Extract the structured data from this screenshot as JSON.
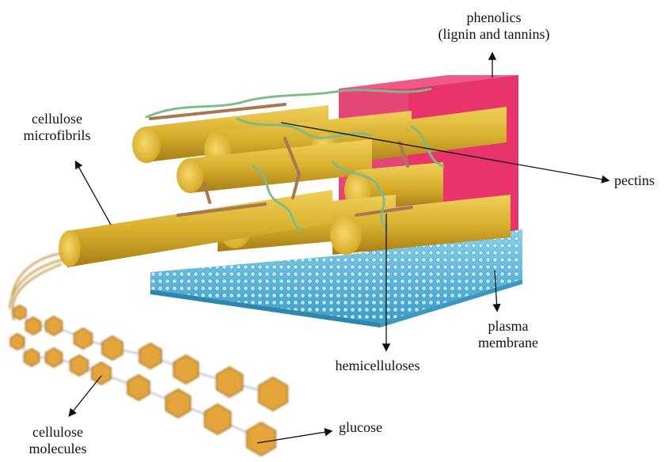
{
  "labels": {
    "phenolics_line1": "phenolics",
    "phenolics_line2": "(lignin and tannins)",
    "cellulose_microfibrils_line1": "cellulose",
    "cellulose_microfibrils_line2": "microfibrils",
    "pectins": "pectins",
    "plasma_membrane_line1": "plasma",
    "plasma_membrane_line2": "membrane",
    "hemicelluloses": "hemicelluloses",
    "cellulose_molecules_line1": "cellulose",
    "cellulose_molecules_line2": "molecules",
    "glucose": "glucose"
  },
  "colors": {
    "pectin_block": "#e8336b",
    "membrane": "#5bb8d8",
    "microfibril": "#d9b02e",
    "hemicellulose_strand": "#a87850",
    "pectin_strand": "#7fb98a",
    "glucose": "#e3a53a",
    "arrow": "#111111"
  }
}
